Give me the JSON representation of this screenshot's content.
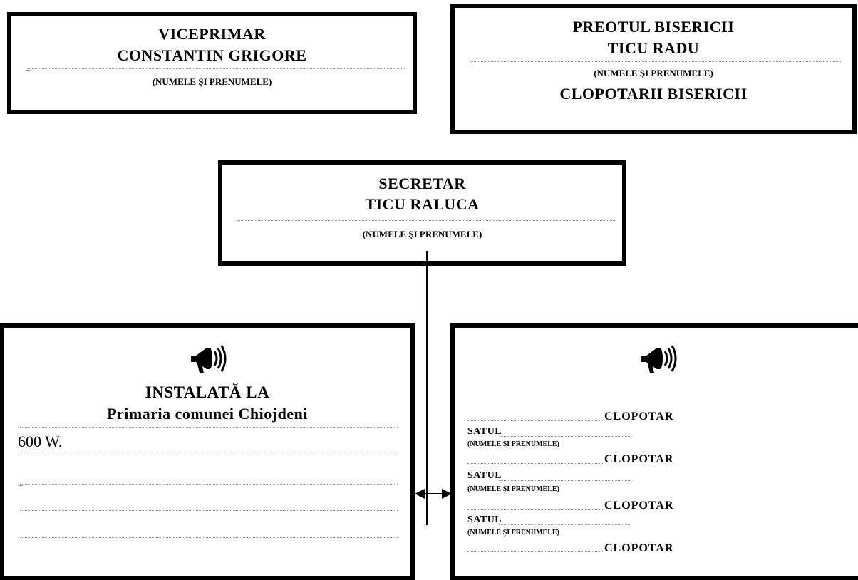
{
  "viceprimar": {
    "title": "VICEPRIMAR",
    "name": "CONSTANTIN GRIGORE",
    "caption": "(NUMELE ŞI PRENUMELE)"
  },
  "preot": {
    "title": "PREOTUL BISERICII",
    "name": "TICU RADU",
    "caption": "(NUMELE ŞI PRENUMELE)",
    "subtitle": "CLOPOTARII BISERICII"
  },
  "secretar": {
    "title": "SECRETAR",
    "name": "TICU RALUCA",
    "caption": "(NUMELE ŞI PRENUMELE)"
  },
  "instalata": {
    "icon": "megaphone-icon",
    "title": "INSTALATĂ LA",
    "location": "Primaria comunei Chiojdeni",
    "power": "600 W."
  },
  "clopotari": {
    "icon": "megaphone-icon",
    "entries": [
      {
        "role": "CLOPOTAR",
        "village": "SATUL",
        "caption": "(NUMELE ŞI PRENUMELE)"
      },
      {
        "role": "CLOPOTAR",
        "village": "SATUL",
        "caption": "(NUMELE ŞI PRENUMELE)"
      },
      {
        "role": "CLOPOTAR",
        "village": "SATUL",
        "caption": "(NUMELE ŞI PRENUMELE)"
      },
      {
        "role": "CLOPOTAR"
      }
    ]
  }
}
